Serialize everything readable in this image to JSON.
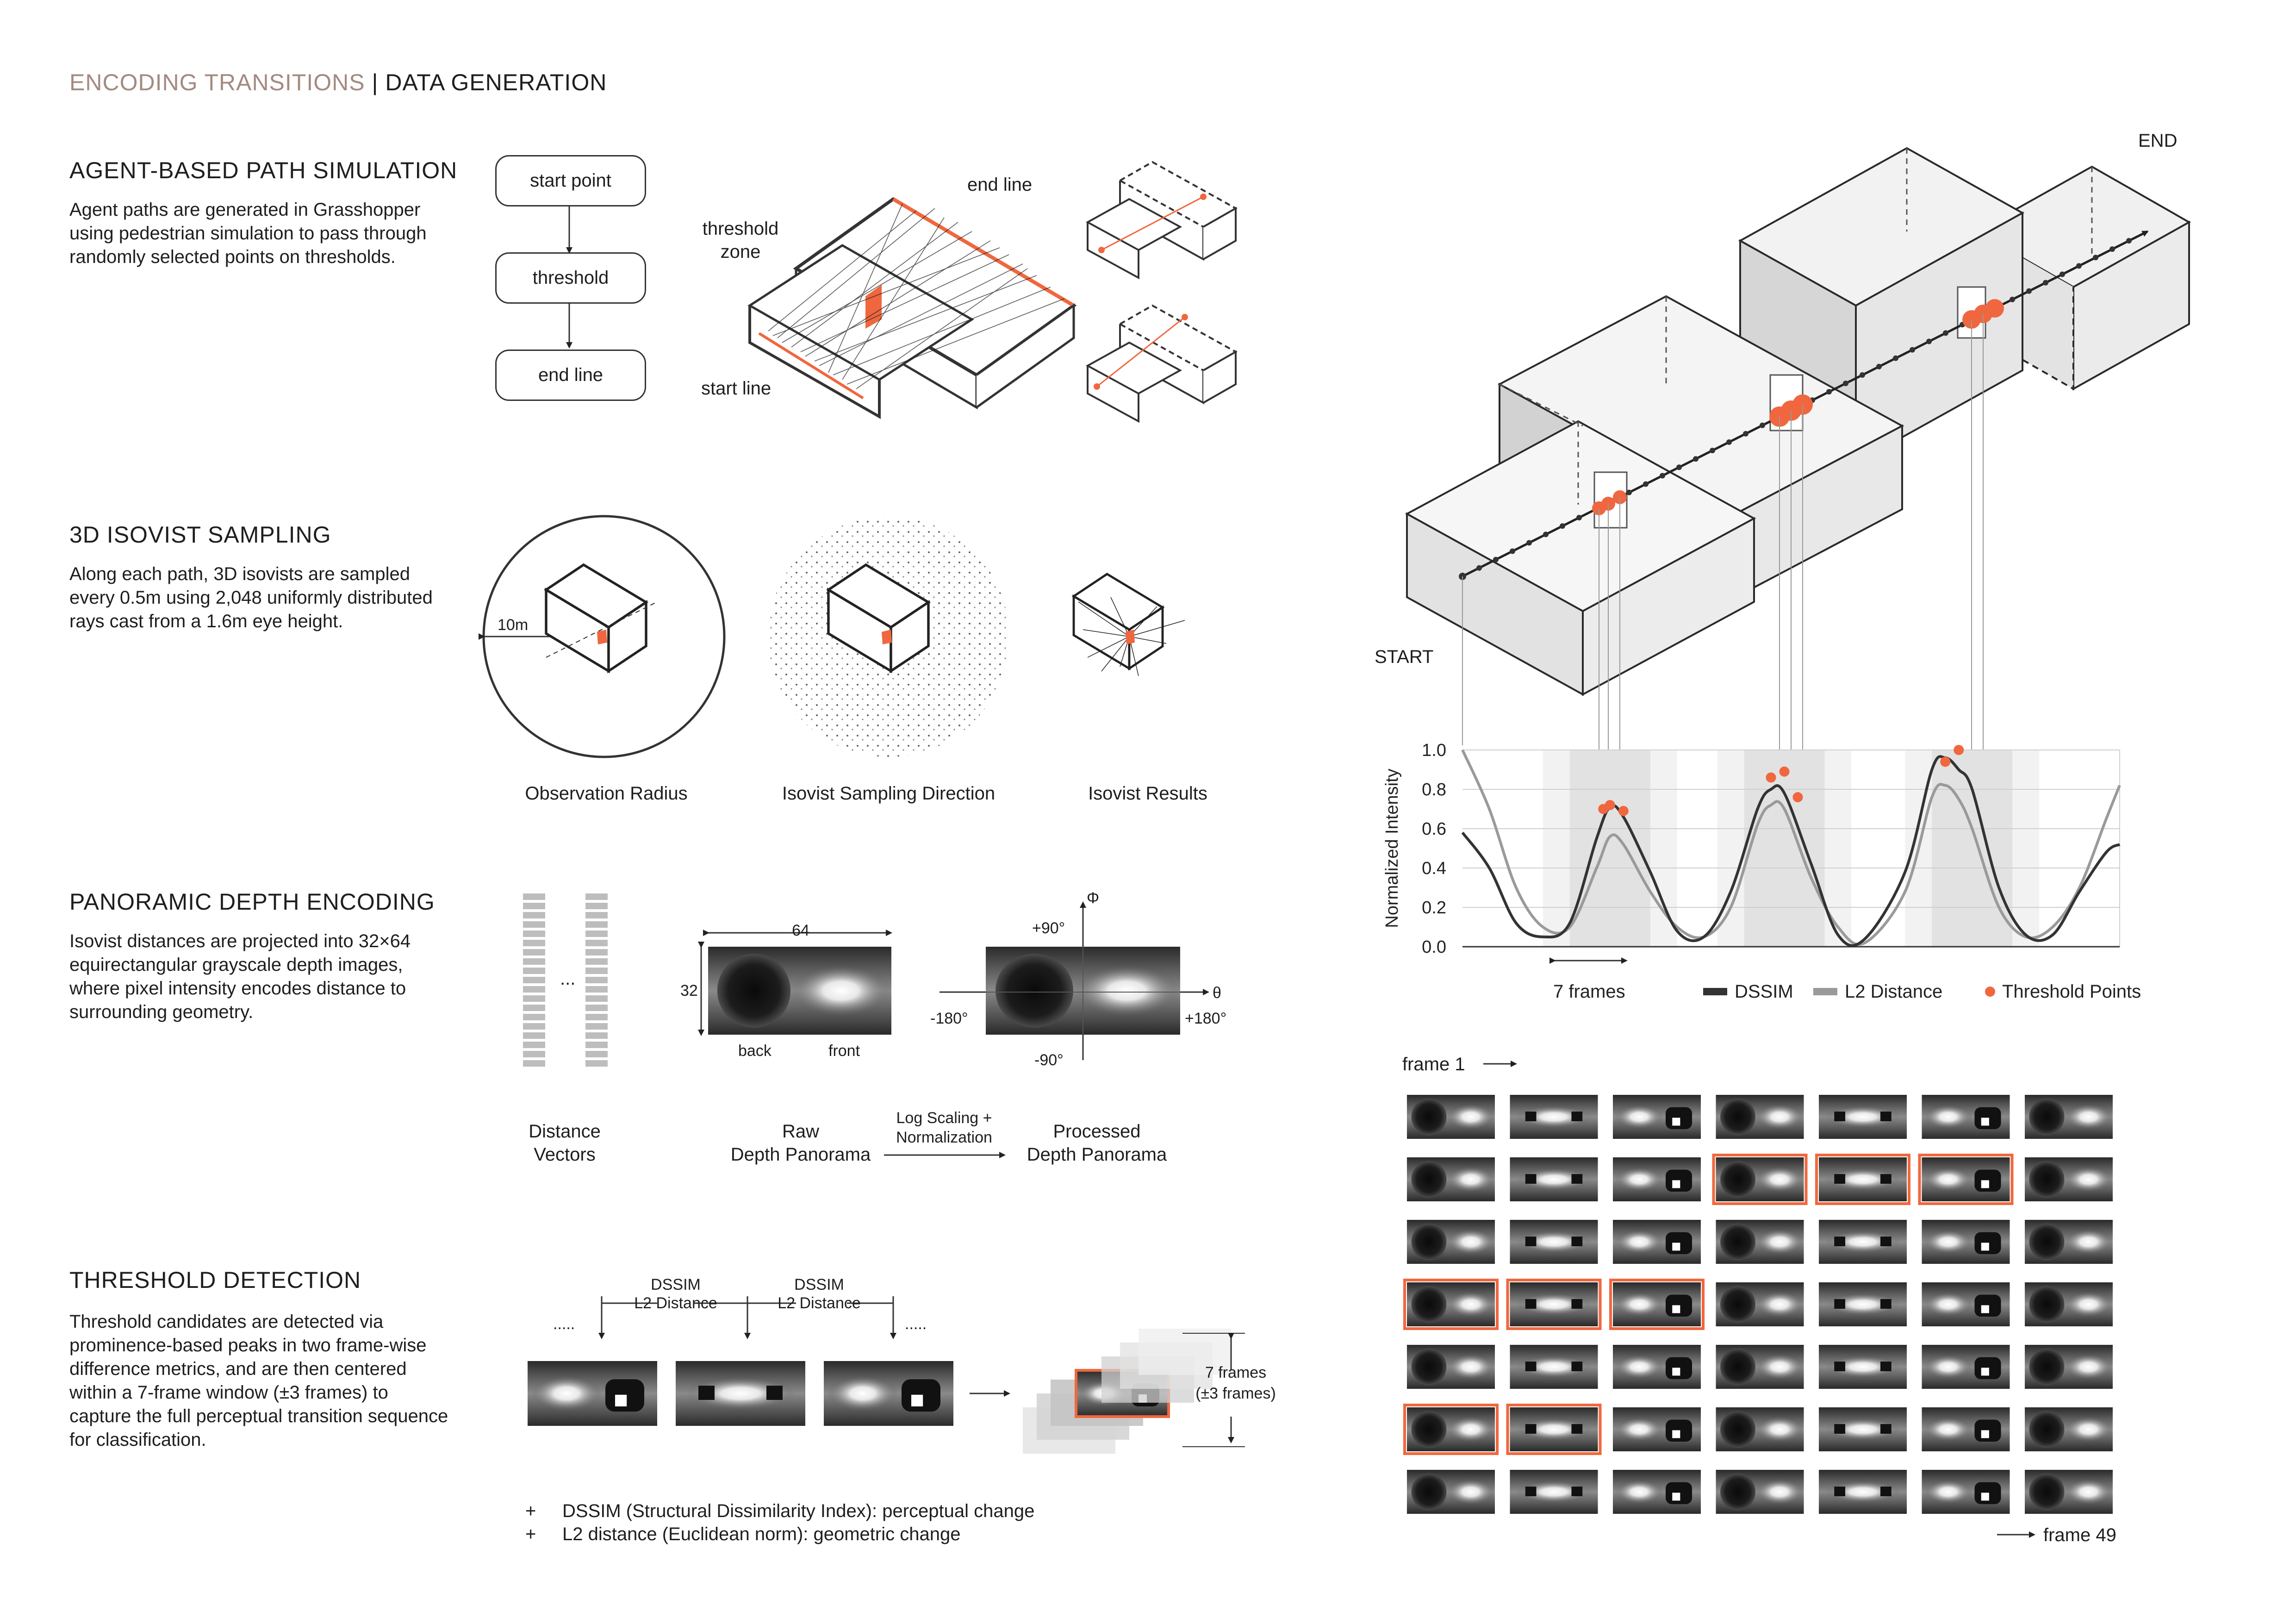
{
  "header": {
    "section": "ENCODING TRANSITIONS",
    "separator": " | ",
    "subsection": "DATA GENERATION"
  },
  "colors": {
    "accent": "#f0673f",
    "brand_header": "#a38a80",
    "text": "#1e1e1e",
    "line": "#333333"
  },
  "agent": {
    "title": "AGENT-BASED PATH SIMULATION",
    "body": "Agent paths are generated in Grasshopper using pedestrian simulation to pass through randomly selected points on thresholds.",
    "flow": [
      "start point",
      "threshold",
      "end line"
    ],
    "labels": {
      "end_line": "end line",
      "threshold_zone_1": "threshold",
      "threshold_zone_2": "zone",
      "start_line": "start line"
    }
  },
  "isovist": {
    "title": "3D ISOVIST SAMPLING",
    "body": "Along each path, 3D isovists are sampled every 0.5m using 2,048 uniformly distributed rays cast from a 1.6m eye height.",
    "radius_label": "10m",
    "captions": [
      "Observation Radius",
      "Isovist Sampling Direction",
      "Isovist Results"
    ]
  },
  "panoramic": {
    "title": "PANORAMIC DEPTH ENCODING",
    "body": "Isovist distances are projected into 32×64 equirectangular grayscale depth images, where pixel intensity encodes distance to surrounding geometry.",
    "ellipsis": "...",
    "width_label": "64",
    "height_label": "32",
    "back_label": "back",
    "front_label": "front",
    "phi_label": "Φ",
    "theta_label": "θ",
    "plus90": "+90°",
    "minus90": "-90°",
    "minus180": "-180°",
    "plus180": "+180°",
    "caption_vectors_1": "Distance",
    "caption_vectors_2": "Vectors",
    "caption_raw_1": "Raw",
    "caption_raw_2": "Depth Panorama",
    "arrow_label_1": "Log Scaling +",
    "arrow_label_2": "Normalization",
    "caption_processed_1": "Processed",
    "caption_processed_2": "Depth Panorama"
  },
  "threshold": {
    "title": "THRESHOLD DETECTION",
    "body": "Threshold candidates are detected via prominence-based peaks in two frame-wise difference metrics, and are then centered within a 7-frame window (±3 frames) to capture the full perceptual transition sequence for classification.",
    "metric_1": "DSSIM",
    "metric_2": "L2 Distance",
    "dots": ".....",
    "window_1": "7 frames",
    "window_2": "(±3 frames)",
    "plus": "+",
    "note_1": "DSSIM (Structural Dissimilarity Index): perceptual change",
    "note_2": "L2 distance (Euclidean norm): geometric change"
  },
  "path_diagram": {
    "start_label": "START",
    "end_label": "END"
  },
  "chart_data": {
    "type": "line",
    "ylabel": "Normalized Intensity",
    "ylim": [
      0.0,
      1.0
    ],
    "yticks": [
      "1.0",
      "0.8",
      "0.6",
      "0.4",
      "0.2",
      "0.0"
    ],
    "xlim": [
      0,
      49
    ],
    "grid": true,
    "window_label": "7 frames",
    "legend_position": "bottom",
    "series": [
      {
        "name": "DSSIM",
        "color": "#333333",
        "x": [
          0,
          2,
          4,
          6,
          8,
          10,
          11,
          12,
          14,
          16,
          18,
          20,
          22,
          23,
          24,
          26,
          28,
          30,
          33,
          35,
          36,
          37,
          38,
          40,
          42,
          44,
          46,
          48,
          49
        ],
        "values": [
          0.58,
          0.4,
          0.12,
          0.05,
          0.12,
          0.55,
          0.71,
          0.66,
          0.38,
          0.08,
          0.05,
          0.28,
          0.7,
          0.8,
          0.78,
          0.42,
          0.06,
          0.04,
          0.38,
          0.9,
          0.96,
          0.9,
          0.8,
          0.3,
          0.06,
          0.06,
          0.28,
          0.48,
          0.52
        ]
      },
      {
        "name": "L2 Distance",
        "color": "#9a9a9a",
        "x": [
          0,
          2,
          4,
          6,
          8,
          10,
          11,
          12,
          14,
          16,
          18,
          20,
          22,
          23,
          24,
          26,
          28,
          30,
          33,
          35,
          36,
          37,
          38,
          40,
          42,
          44,
          46,
          48,
          49
        ],
        "values": [
          1.0,
          0.7,
          0.3,
          0.1,
          0.1,
          0.4,
          0.56,
          0.52,
          0.28,
          0.1,
          0.05,
          0.2,
          0.62,
          0.72,
          0.7,
          0.35,
          0.1,
          0.02,
          0.28,
          0.76,
          0.82,
          0.75,
          0.6,
          0.2,
          0.05,
          0.1,
          0.3,
          0.65,
          0.82
        ]
      },
      {
        "name": "Threshold Points",
        "color": "#f0673f",
        "type": "scatter",
        "x": [
          10.5,
          11,
          12,
          23,
          24,
          25,
          36,
          37
        ],
        "values": [
          0.7,
          0.72,
          0.69,
          0.86,
          0.89,
          0.76,
          0.94,
          1.0
        ]
      }
    ],
    "highlight_windows": [
      [
        8,
        14
      ],
      [
        21,
        27
      ],
      [
        35,
        41
      ]
    ]
  },
  "frames": {
    "start_label": "frame 1",
    "end_label": "frame 49",
    "count": 49,
    "highlighted": [
      11,
      12,
      13,
      22,
      23,
      24,
      36,
      37
    ]
  }
}
